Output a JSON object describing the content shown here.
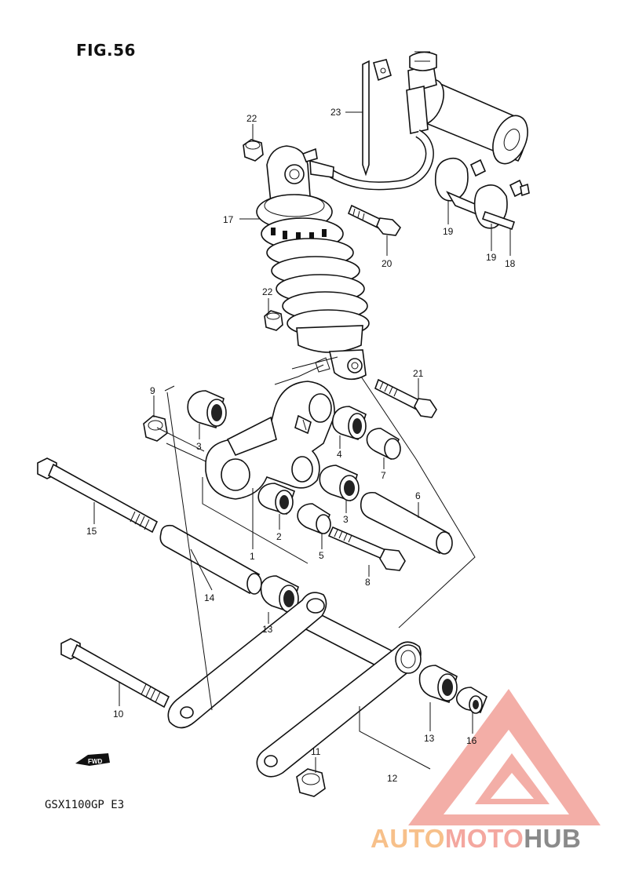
{
  "figure": {
    "title": "FIG.56",
    "model_code": "GSX1100GP E3"
  },
  "callouts": [
    {
      "id": "c23",
      "label": "23"
    },
    {
      "id": "c22a",
      "label": "22"
    },
    {
      "id": "c17",
      "label": "17"
    },
    {
      "id": "c20",
      "label": "20"
    },
    {
      "id": "c19a",
      "label": "19"
    },
    {
      "id": "c19b",
      "label": "19"
    },
    {
      "id": "c18",
      "label": "18"
    },
    {
      "id": "c22b",
      "label": "22"
    },
    {
      "id": "c21",
      "label": "21"
    },
    {
      "id": "c9",
      "label": "9"
    },
    {
      "id": "c3a",
      "label": "3"
    },
    {
      "id": "c4",
      "label": "4"
    },
    {
      "id": "c7",
      "label": "7"
    },
    {
      "id": "c6",
      "label": "6"
    },
    {
      "id": "c15",
      "label": "15"
    },
    {
      "id": "c3b",
      "label": "3"
    },
    {
      "id": "c2",
      "label": "2"
    },
    {
      "id": "c1",
      "label": "1"
    },
    {
      "id": "c5",
      "label": "5"
    },
    {
      "id": "c8",
      "label": "8"
    },
    {
      "id": "c14",
      "label": "14"
    },
    {
      "id": "c13a",
      "label": "13"
    },
    {
      "id": "c10",
      "label": "10"
    },
    {
      "id": "c13b",
      "label": "13"
    },
    {
      "id": "c16",
      "label": "16"
    },
    {
      "id": "c11",
      "label": "11"
    },
    {
      "id": "c12",
      "label": "12"
    }
  ],
  "fwd_label": "FWD",
  "watermark": {
    "part1": "AUTO",
    "part2": "MOTO",
    "part3": "HUB",
    "color_main": "#f4a79f",
    "color_accent": "#f7c08a",
    "color_gray": "#8a8a8a"
  }
}
